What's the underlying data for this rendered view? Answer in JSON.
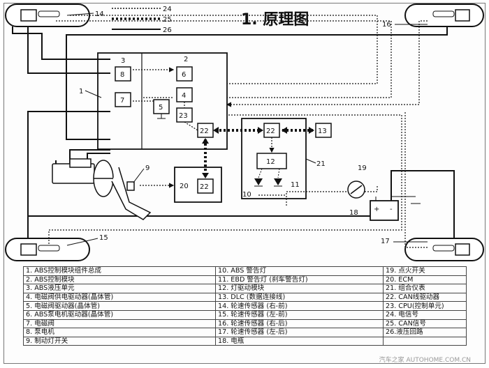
{
  "title": "1. 原理图",
  "line_key": [
    {
      "label": "24",
      "style": "thin-dotted"
    },
    {
      "label": "25",
      "style": "thick-dotted"
    },
    {
      "label": "26",
      "style": "solid"
    }
  ],
  "diagram_labels": {
    "n1": "1",
    "n2": "2",
    "n3": "3",
    "n4": "4",
    "n5": "5",
    "n6": "6",
    "n7": "7",
    "n8": "8",
    "n9": "9",
    "n10": "10",
    "n11": "11",
    "n12": "12",
    "n13": "13",
    "n14": "14",
    "n15": "15",
    "n16": "16",
    "n17": "17",
    "n18": "18",
    "n19": "19",
    "n20": "20",
    "n21": "21",
    "n22": "22",
    "n23": "23",
    "plus": "+",
    "minus": "-"
  },
  "legend": [
    [
      "1. ABS控制模块组件总成",
      "10. ABS 警告灯",
      "19. 点火开关"
    ],
    [
      "2. ABS控制模块",
      "11. EBD 警告灯 (刹车警告灯)",
      "20. ECM"
    ],
    [
      "3. ABS液压单元",
      "12. 灯驱动模块",
      "21. 组合仪表"
    ],
    [
      "4. 电磁阀供电驱动器(晶体管)",
      "13. DLC (数据连接线)",
      "22. CAN线驱动器"
    ],
    [
      "5. 电磁阀驱动器(晶体管)",
      "14. 轮速传感器 (右-前)",
      "23. CPU(控制单元)"
    ],
    [
      "6. ABS泵电机驱动器(晶体管)",
      "15. 轮速传感器 (左-前)",
      "24. 电信号"
    ],
    [
      "7. 电磁阀",
      "16. 轮速传感器 (右-后)",
      "25. CAN信号"
    ],
    [
      "8. 泵电机",
      "17. 轮速传感器 (左-后)",
      "26.液压回路"
    ],
    [
      "9. 制动灯开关",
      "18. 电瓶",
      ""
    ]
  ],
  "watermark": "汽车之家 AUTOHOME.COM.CN"
}
